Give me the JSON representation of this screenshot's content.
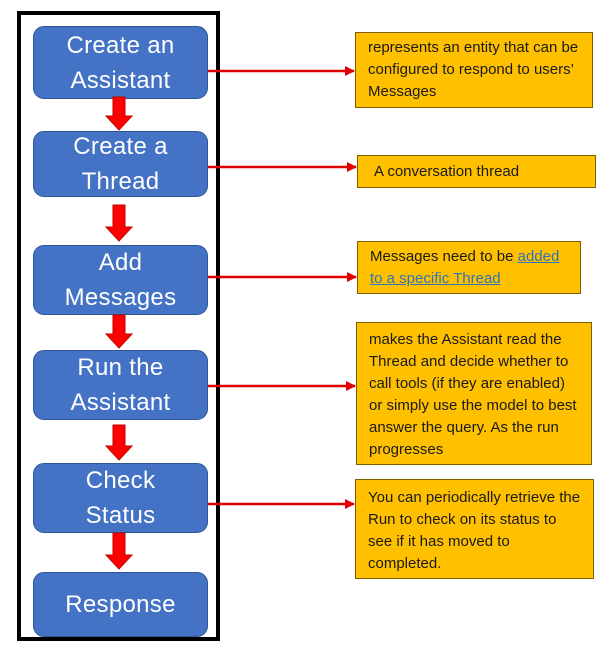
{
  "steps": [
    {
      "line1": "Create an",
      "line2": "Assistant"
    },
    {
      "line1": "Create a",
      "line2": "Thread"
    },
    {
      "line1": "Add",
      "line2": "Messages"
    },
    {
      "line1": "Run the",
      "line2": "Assistant"
    },
    {
      "line1": "Check",
      "line2": "Status"
    },
    {
      "line1": "Response",
      "line2": ""
    }
  ],
  "notes": {
    "assistant": " represents an entity that can be configured to respond to users’ Messages",
    "thread": "A conversation thread",
    "messages_prefix": "Messages need to be ",
    "messages_link": "added to a specific Thread",
    "run": "makes the Assistant read the Thread and decide whether to call tools (if they are enabled) or simply use the model to best answer the query. As the run progresses",
    "status": "You can periodically retrieve the Run to check on its status to see if it has moved to completed."
  },
  "colors": {
    "step_fill": "#4472C4",
    "note_fill": "#FFC000",
    "arrow_red": "#FF0000",
    "connector_red": "#E00000",
    "link_blue": "#2E75B6"
  }
}
